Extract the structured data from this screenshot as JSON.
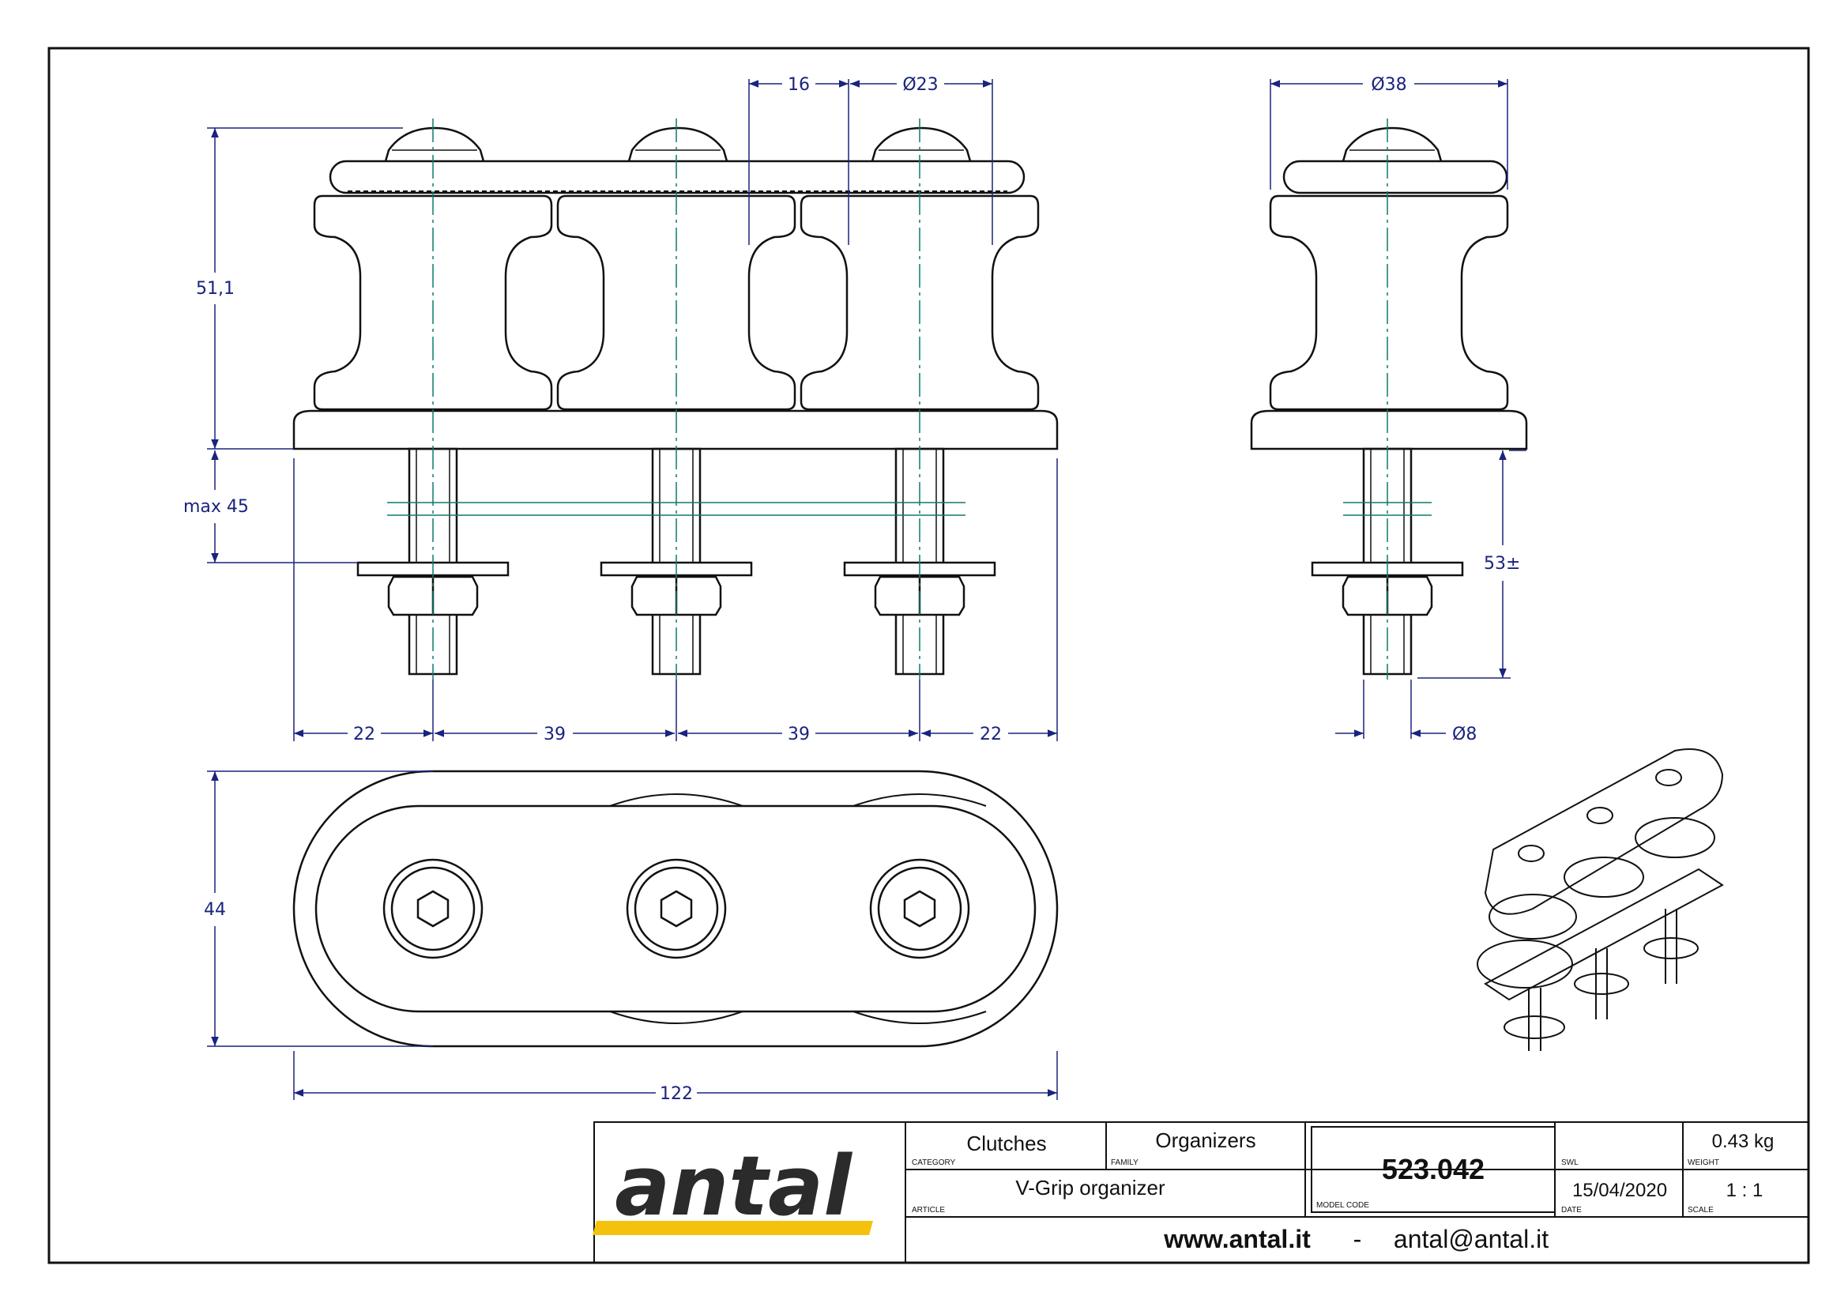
{
  "dimensions": {
    "d16": "16",
    "d23": "Ø23",
    "d38": "Ø38",
    "h51": "51,1",
    "max45": "max 45",
    "d53": "53±",
    "d8": "Ø8",
    "w22a": "22",
    "w39a": "39",
    "w39b": "39",
    "w22b": "22",
    "h44": "44",
    "w122": "122"
  },
  "title_block": {
    "logo_text": "antal",
    "category_value": "Clutches",
    "category_label": "CATEGORY",
    "family_value": "Organizers",
    "family_label": "FAMILY",
    "article_value": "V-Grip organizer",
    "article_label": "ARTICLE",
    "model_code_value": "523.042",
    "model_code_label": "MODEL CODE",
    "swl_label": "SWL",
    "weight_value": "0.43 kg",
    "weight_label": "WEIGHT",
    "date_value": "15/04/2020",
    "date_label": "DATE",
    "scale_value": "1 : 1",
    "scale_label": "SCALE",
    "website": "www.antal.it",
    "separator": "-",
    "email": "antal@antal.it"
  },
  "colors": {
    "line": "#111111",
    "dimension": "#1a237e",
    "centerline": "#0f7a6b",
    "logo_yellow": "#f4c20d"
  }
}
